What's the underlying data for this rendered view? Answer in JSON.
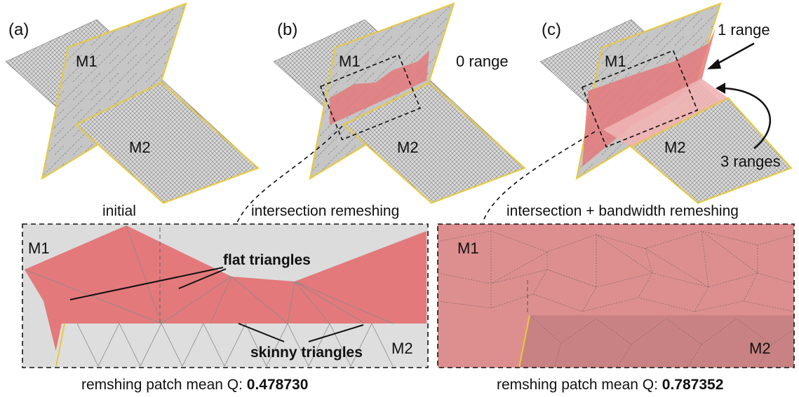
{
  "panels": {
    "a": {
      "letter": "(a)",
      "caption": "initial",
      "m1": "M1",
      "m2": "M2"
    },
    "b": {
      "letter": "(b)",
      "caption": "intersection remeshing",
      "m1": "M1",
      "m2": "M2",
      "range_note": "0 range"
    },
    "c": {
      "letter": "(c)",
      "caption": "intersection + bandwidth remeshing",
      "m1": "M1",
      "m2": "M2",
      "range_note_1": "1 range",
      "range_note_3": "3 ranges"
    }
  },
  "zoom_left": {
    "m1": "M1",
    "m2": "M2",
    "flat_label": "flat triangles",
    "skinny_label": "skinny triangles",
    "q_prefix": "remshing patch mean Q: ",
    "q_value": "0.478730"
  },
  "zoom_right": {
    "m1": "M1",
    "m2": "M2",
    "q_prefix": "remshing patch mean Q: ",
    "q_value": "0.787352"
  },
  "colors": {
    "mesh_gray": "#c9c9c9",
    "remesh_red": "#e3797b",
    "edge_yellow": "#e7c93c",
    "zoom_red_right": "#dd8f90"
  }
}
